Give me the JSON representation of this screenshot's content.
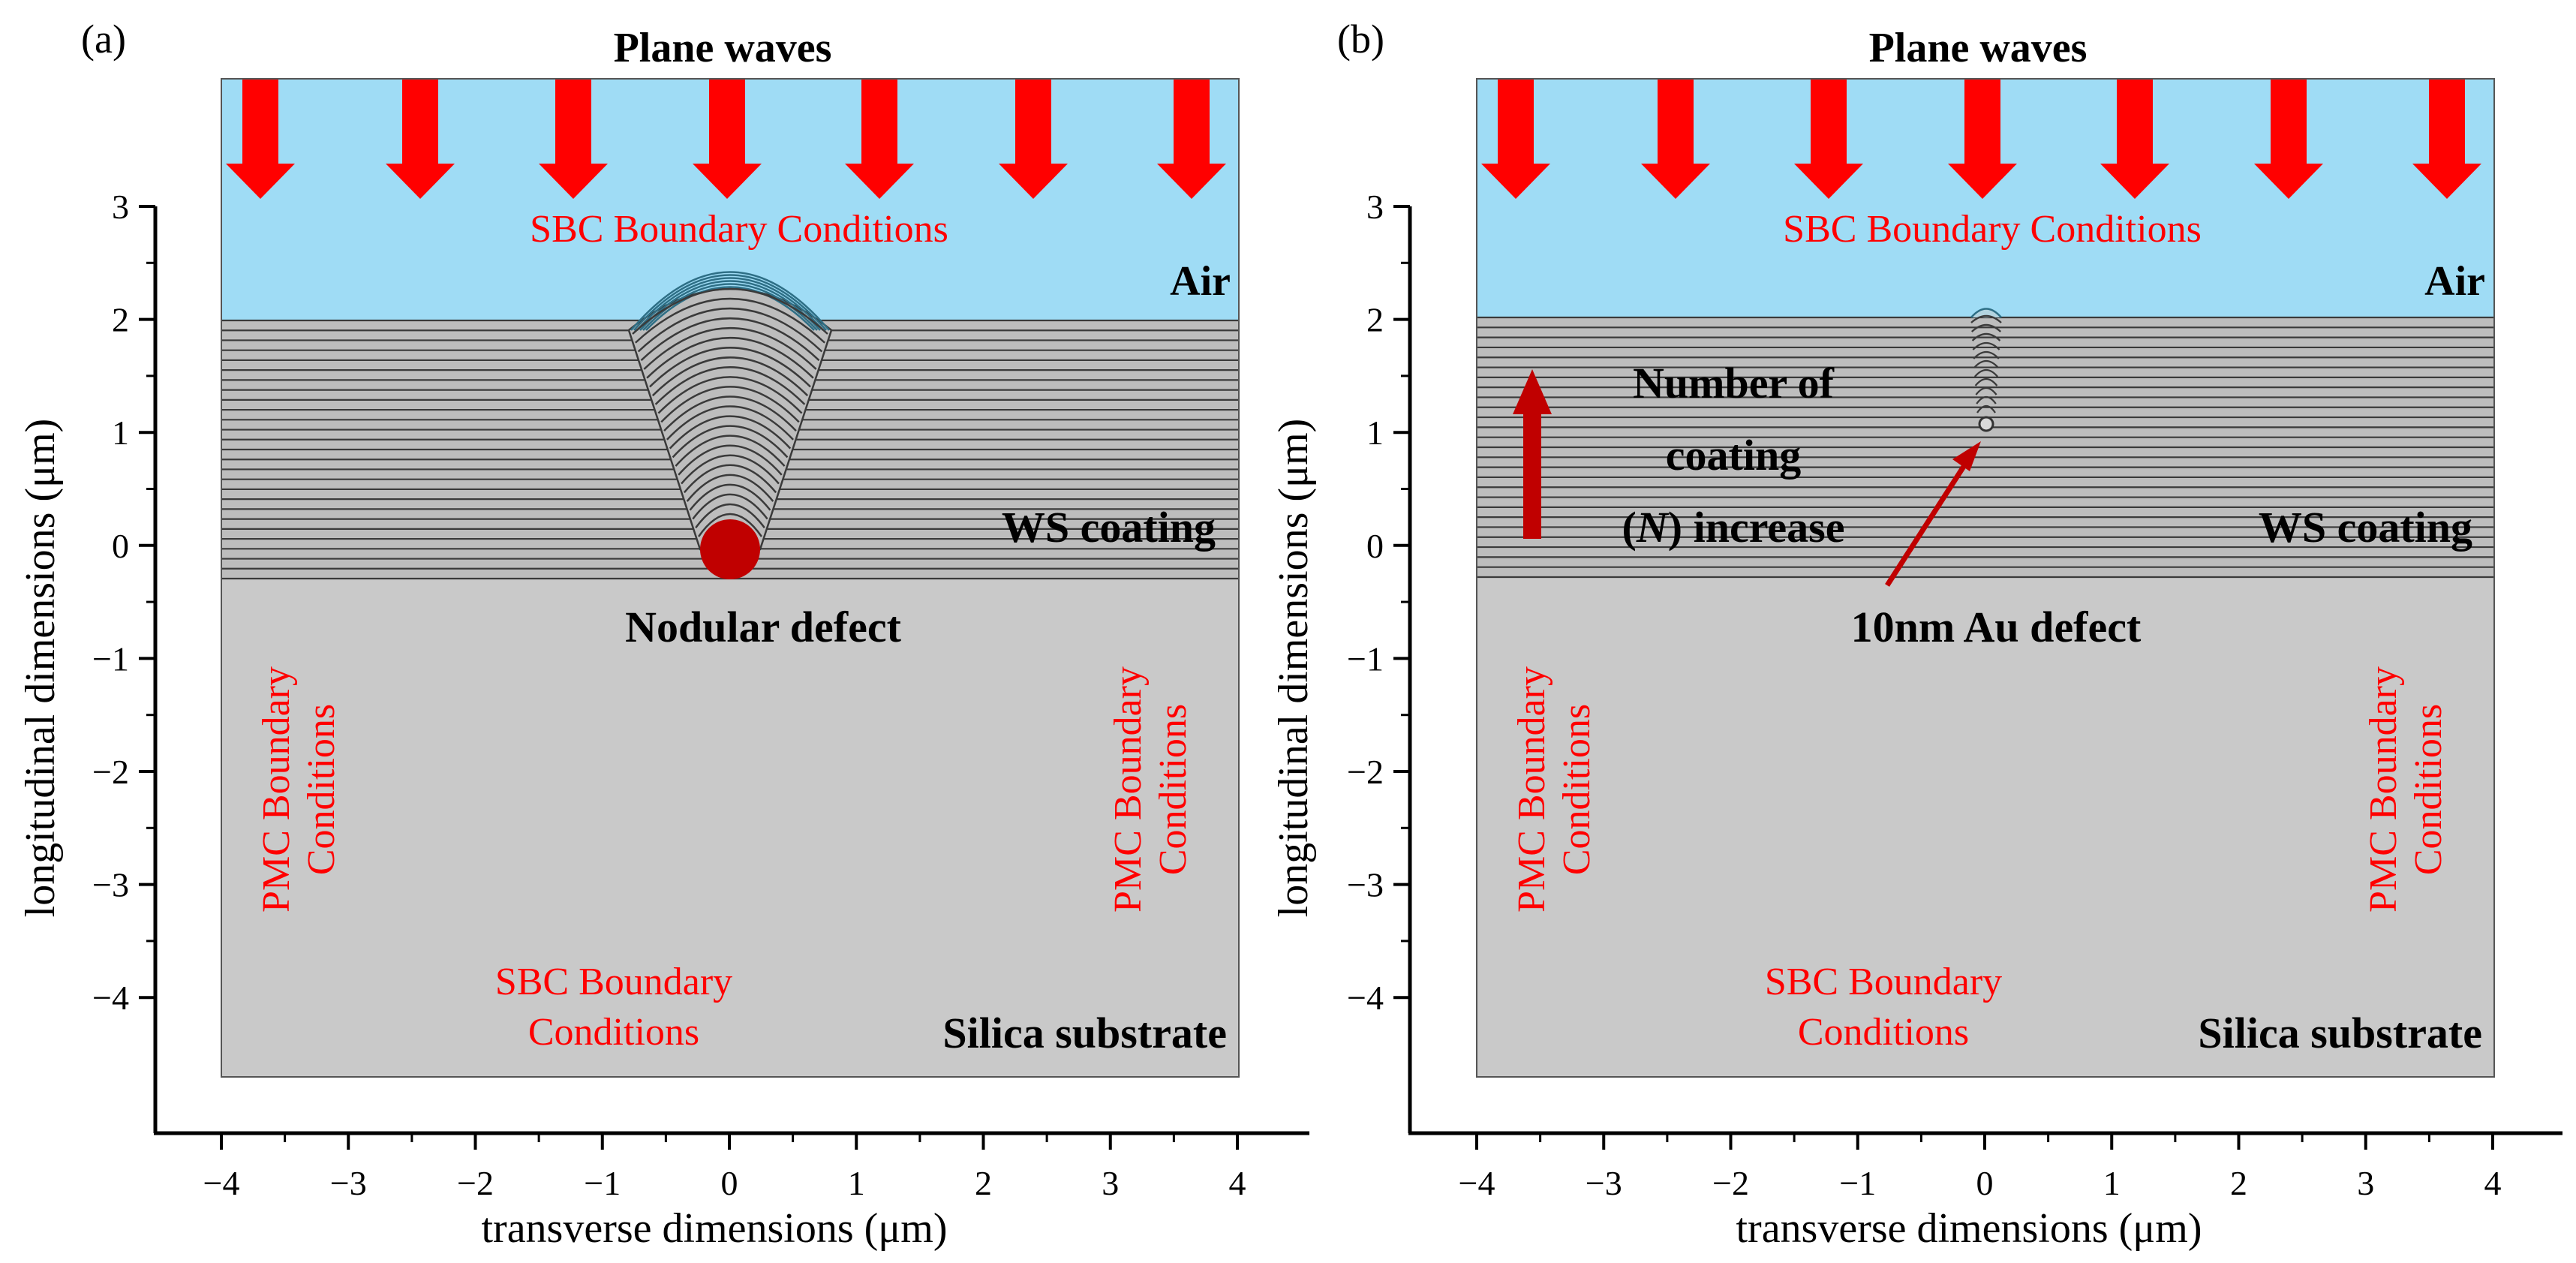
{
  "colors": {
    "air": "#9fdcf5",
    "layer_fill": "#bdbdbd",
    "layer_line": "#3a3a3a",
    "substrate": "#c9c9c9",
    "red": "#ff0000",
    "dark_red": "#c00000",
    "text": "#000000"
  },
  "axis": {
    "x_ticks": [
      "−4",
      "−3",
      "−2",
      "−1",
      "0",
      "1",
      "2",
      "3",
      "4"
    ],
    "y_ticks": [
      "3",
      "2",
      "1",
      "0",
      "−1",
      "−2",
      "−3",
      "−4"
    ],
    "xlabel": "transverse dimensions (μm)",
    "ylabel": "longitudinal dimensions (μm)"
  },
  "panels": [
    {
      "tag": "(a)",
      "title": "Plane waves",
      "sbc_top": "SBC Boundary Conditions",
      "air_label": "Air",
      "coating_label": "WS coating",
      "defect_label": "Nodular defect",
      "pmc_left": [
        "PMC Boundary",
        "Conditions"
      ],
      "pmc_right": [
        "PMC Boundary",
        "Conditions"
      ],
      "sbc_bottom": [
        "SBC Boundary",
        "Conditions"
      ],
      "substrate_label": "Silica substrate"
    },
    {
      "tag": "(b)",
      "title": "Plane waves",
      "sbc_top": "SBC Boundary Conditions",
      "air_label": "Air",
      "coating_label": "WS coating",
      "defect_label": "10nm Au defect",
      "pmc_left": [
        "PMC Boundary",
        "Conditions"
      ],
      "pmc_right": [
        "PMC Boundary",
        "Conditions"
      ],
      "sbc_bottom": [
        "SBC Boundary",
        "Conditions"
      ],
      "substrate_label": "Silica substrate",
      "increase_label": {
        "line1": "Number of",
        "line2": "coating",
        "line3_open": "(",
        "line3_n": "N",
        "line3_close": ") increase"
      }
    }
  ]
}
